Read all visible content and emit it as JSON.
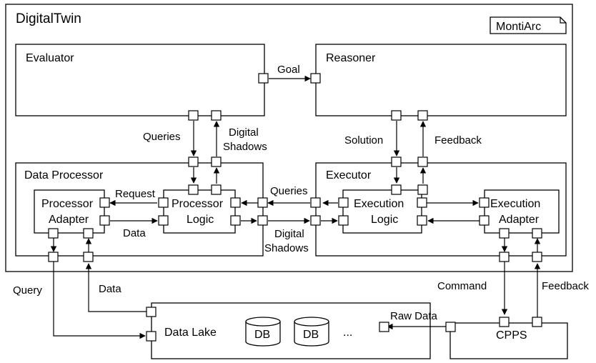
{
  "diagram": {
    "title": "DigitalTwin",
    "badge": "MontiArc",
    "components": {
      "evaluator": "Evaluator",
      "reasoner": "Reasoner",
      "data_processor": "Data Processor",
      "executor": "Executor",
      "processor_adapter": [
        "Processor",
        "Adapter"
      ],
      "processor_logic": [
        "Processor",
        "Logic"
      ],
      "execution_logic": [
        "Execution",
        "Logic"
      ],
      "execution_adapter": [
        "Execution",
        "Adapter"
      ],
      "data_lake": "Data Lake",
      "cpps": "CPPS",
      "db": [
        "DB",
        "DB"
      ],
      "ellipsis": "..."
    },
    "connectors": {
      "goal": "Goal",
      "queries_left": "Queries",
      "digital_shadows_left": [
        "Digital",
        "Shadows"
      ],
      "solution": "Solution",
      "feedback_top": "Feedback",
      "request": "Request",
      "data_inner": "Data",
      "queries_mid": "Queries",
      "digital_shadows_mid": [
        "Digital",
        "Shadows"
      ],
      "query": "Query",
      "data_outer": "Data",
      "command": "Command",
      "feedback_bottom": "Feedback",
      "raw_data": "Raw Data"
    }
  }
}
